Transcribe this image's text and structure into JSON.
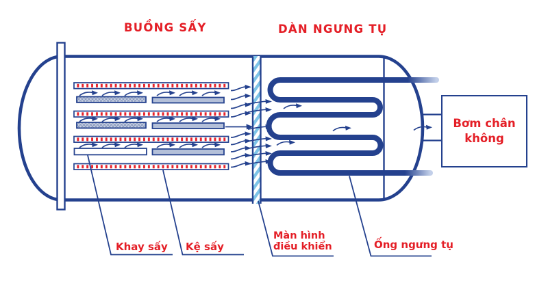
{
  "diagram": {
    "titles": {
      "drying_chamber": "BUỒNG SẤY",
      "condenser": "DÀN NGƯNG TỤ"
    },
    "pump_label": "Bơm chân không",
    "callouts": {
      "tray": "Khay sấy",
      "shelf": "Kệ sấy",
      "control_screen": [
        "Màn hình",
        "điều khiển"
      ],
      "condenser_tube": "Ống ngưng tụ"
    },
    "colors": {
      "line_blue": "#24418e",
      "accent_red": "#e41e26",
      "hatch_light_blue": "#7ec5e8",
      "tray_fill": "#b4c0d9"
    }
  }
}
